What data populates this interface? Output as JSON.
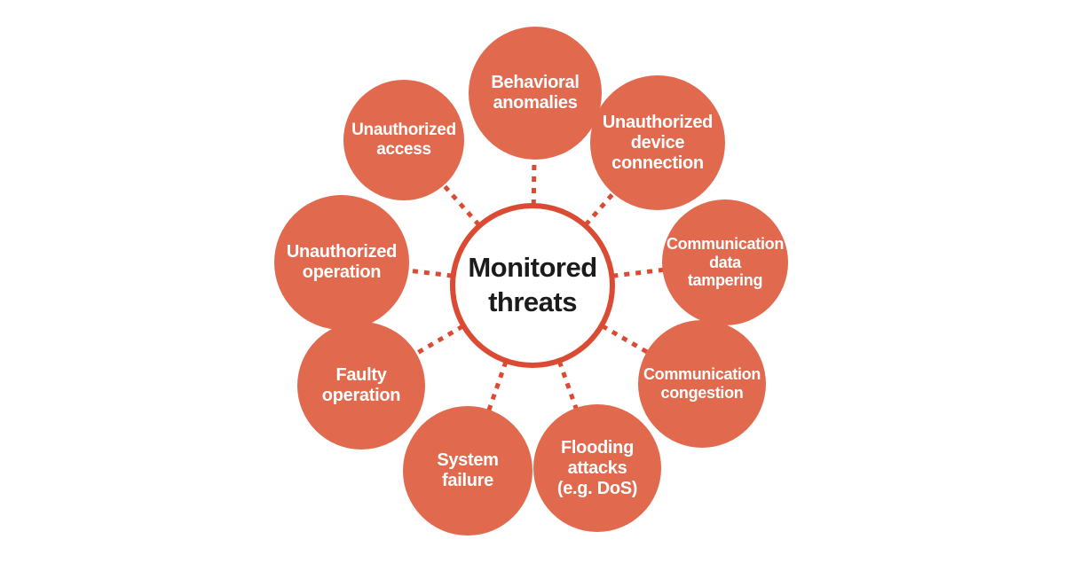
{
  "diagram": {
    "title": "Monitored threats",
    "center": {
      "label": "Monitored\nthreats"
    },
    "nodes": [
      {
        "id": "behavioral-anomalies",
        "label": "Behavioral\nanomalies"
      },
      {
        "id": "unauthorized-device-connection",
        "label": "Unauthorized\ndevice\nconnection"
      },
      {
        "id": "communication-data-tampering",
        "label": "Communication\ndata\ntampering"
      },
      {
        "id": "communication-congestion",
        "label": "Communication\ncongestion"
      },
      {
        "id": "flooding-attacks",
        "label": "Flooding\nattacks\n(e.g. DoS)"
      },
      {
        "id": "system-failure",
        "label": "System\nfailure"
      },
      {
        "id": "faulty-operation",
        "label": "Faulty\noperation"
      },
      {
        "id": "unauthorized-operation",
        "label": "Unauthorized\noperation"
      },
      {
        "id": "unauthorized-access",
        "label": "Unauthorized\naccess"
      }
    ],
    "colors": {
      "node_fill": "#E0694E",
      "line_stroke": "#DB4A32",
      "center_border": "#DB4A32",
      "center_text": "#1B1B1B",
      "node_text": "#FFFFFF",
      "background": "#FFFFFF"
    }
  }
}
